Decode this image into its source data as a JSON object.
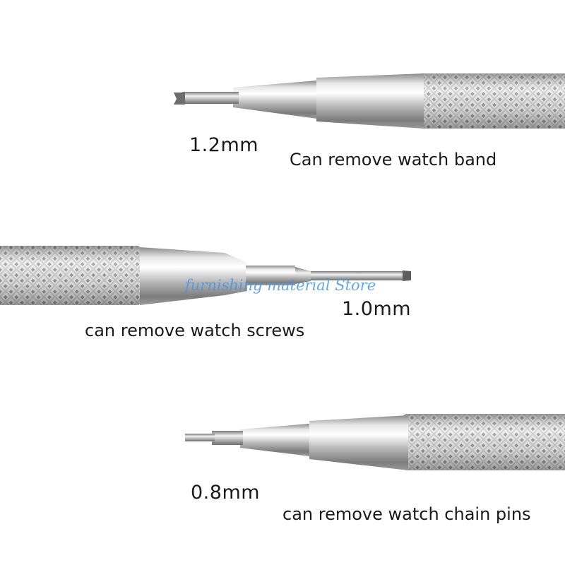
{
  "tools": [
    {
      "size": "1.2mm",
      "description": "Can remove watch band",
      "tip_shape": "fork-blade-icon"
    },
    {
      "size": "1.0mm",
      "description": "can remove watch screws",
      "tip_shape": "flat-blade-icon"
    },
    {
      "size": "0.8mm",
      "description": "can remove watch chain pins",
      "tip_shape": "pin-punch-icon"
    }
  ],
  "watermark": "furnishing material Store",
  "colors": {
    "background": "#ffffff",
    "steel_light": "#f4f4f4",
    "steel_dark": "#7a7a7a",
    "watermark": "#4696e6",
    "text": "#1a1a1a"
  }
}
